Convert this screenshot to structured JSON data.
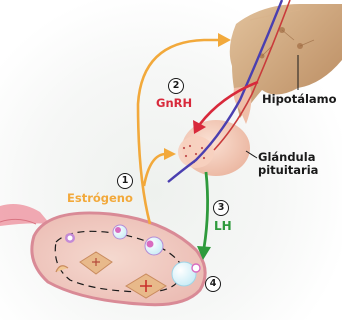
{
  "labels": {
    "gnrh": "GnRH",
    "hipotalamo": "Hipotálamo",
    "glandula_line1": "Glándula",
    "glandula_line2": "pituitaria",
    "estrogeno": "Estrógeno",
    "lh": "LH"
  },
  "steps": [
    "1",
    "2",
    "3",
    "4"
  ],
  "colors": {
    "estrogen_arrow": "#f2a93b",
    "gnrh_arrow": "#d8293b",
    "lh_arrow": "#2e9a3c",
    "hypothalamus_tissue": "#c9a27a",
    "pituitary": "#f3c6b4",
    "ovary": "#f0c8c4",
    "ovary_outline": "#d98a96",
    "text_dark": "#1a1a1a"
  }
}
